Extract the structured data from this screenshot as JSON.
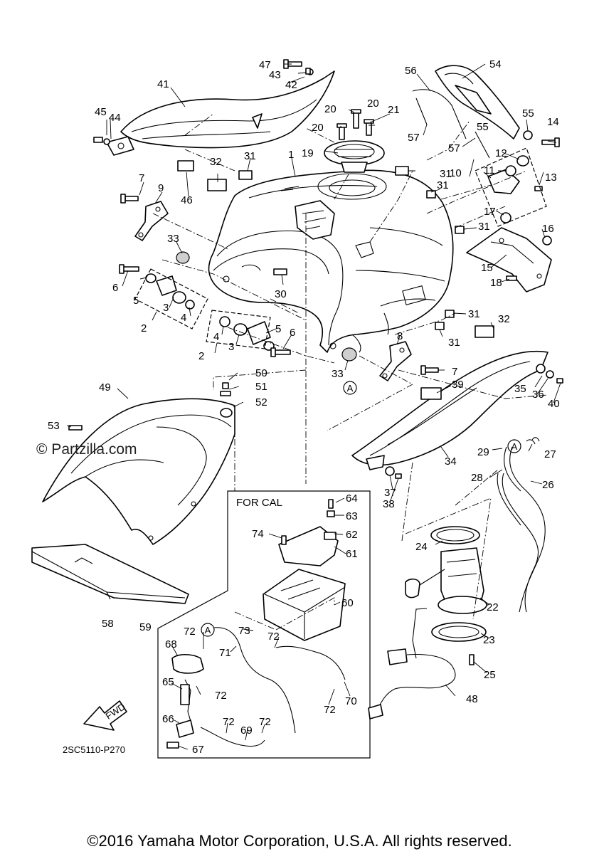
{
  "watermark": "© Partzilla.com",
  "copyright": "©2016 Yamaha Motor Corporation, U.S.A. All rights reserved.",
  "diagram_code": "2SC5110-P270",
  "subassembly_label": "FOR CAL",
  "direction_label": "FWD",
  "ref_marker": "A",
  "callouts": {
    "c1": "1",
    "c2a": "2",
    "c2b": "2",
    "c3a": "3",
    "c3b": "3",
    "c4a": "4",
    "c4b": "4",
    "c5a": "5",
    "c5b": "5",
    "c6a": "6",
    "c6b": "6",
    "c7a": "7",
    "c7b": "7",
    "c8": "8",
    "c9": "9",
    "c10": "10",
    "c11": "11",
    "c12": "12",
    "c13": "13",
    "c14": "14",
    "c15": "15",
    "c16": "16",
    "c17": "17",
    "c18": "18",
    "c19": "19",
    "c20a": "20",
    "c20b": "20",
    "c20c": "20",
    "c21": "21",
    "c22": "22",
    "c23": "23",
    "c24": "24",
    "c25": "25",
    "c26": "26",
    "c27": "27",
    "c28": "28",
    "c29": "29",
    "c30": "30",
    "c31a": "31",
    "c31b": "31",
    "c31c": "31",
    "c31d": "31",
    "c31e": "31",
    "c31f": "31",
    "c32a": "32",
    "c32b": "32",
    "c33a": "33",
    "c33b": "33",
    "c34": "34",
    "c35": "35",
    "c36": "36",
    "c37": "37",
    "c38": "38",
    "c39": "39",
    "c40": "40",
    "c41": "41",
    "c42": "42",
    "c43": "43",
    "c44": "44",
    "c45": "45",
    "c46": "46",
    "c47": "47",
    "c48": "48",
    "c49": "49",
    "c50": "50",
    "c51": "51",
    "c52": "52",
    "c53": "53",
    "c54": "54",
    "c55a": "55",
    "c55b": "55",
    "c56": "56",
    "c57a": "57",
    "c57b": "57",
    "c58": "58",
    "c59": "59",
    "c60": "60",
    "c61": "61",
    "c62": "62",
    "c63": "63",
    "c64": "64",
    "c65": "65",
    "c66": "66",
    "c67": "67",
    "c68": "68",
    "c69": "69",
    "c70": "70",
    "c71": "71",
    "c72a": "72",
    "c72b": "72",
    "c72c": "72",
    "c72d": "72",
    "c72e": "72",
    "c73": "73",
    "c74": "74"
  }
}
